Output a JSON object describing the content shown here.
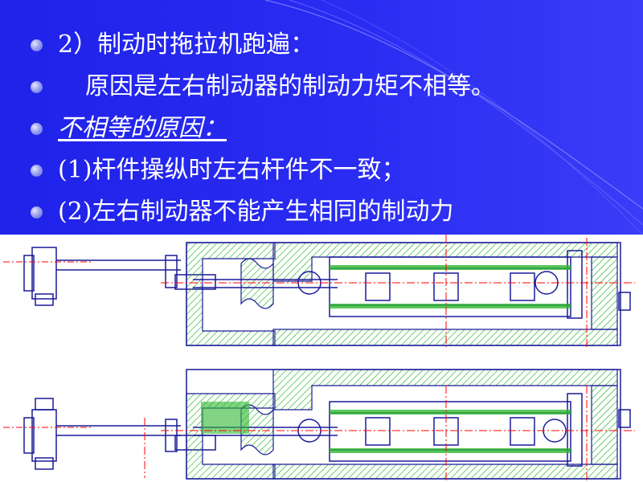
{
  "slide": {
    "bullets": [
      "2）制动时拖拉机跑遍：",
      "原因是左右制动器的制动力矩不相等。",
      "不相等的原因：",
      "(1)杆件操纵时左右杆件不一致；",
      "(2)左右制动器不能产生相同的制动力"
    ]
  },
  "colors": {
    "background": "#2a2cf2",
    "text": "#ffffff",
    "drawing_line": "#1a1a99",
    "hatch": "#2fb82f",
    "centerline": "#ff0000"
  },
  "icons": [
    "bullet-dot-icon"
  ]
}
